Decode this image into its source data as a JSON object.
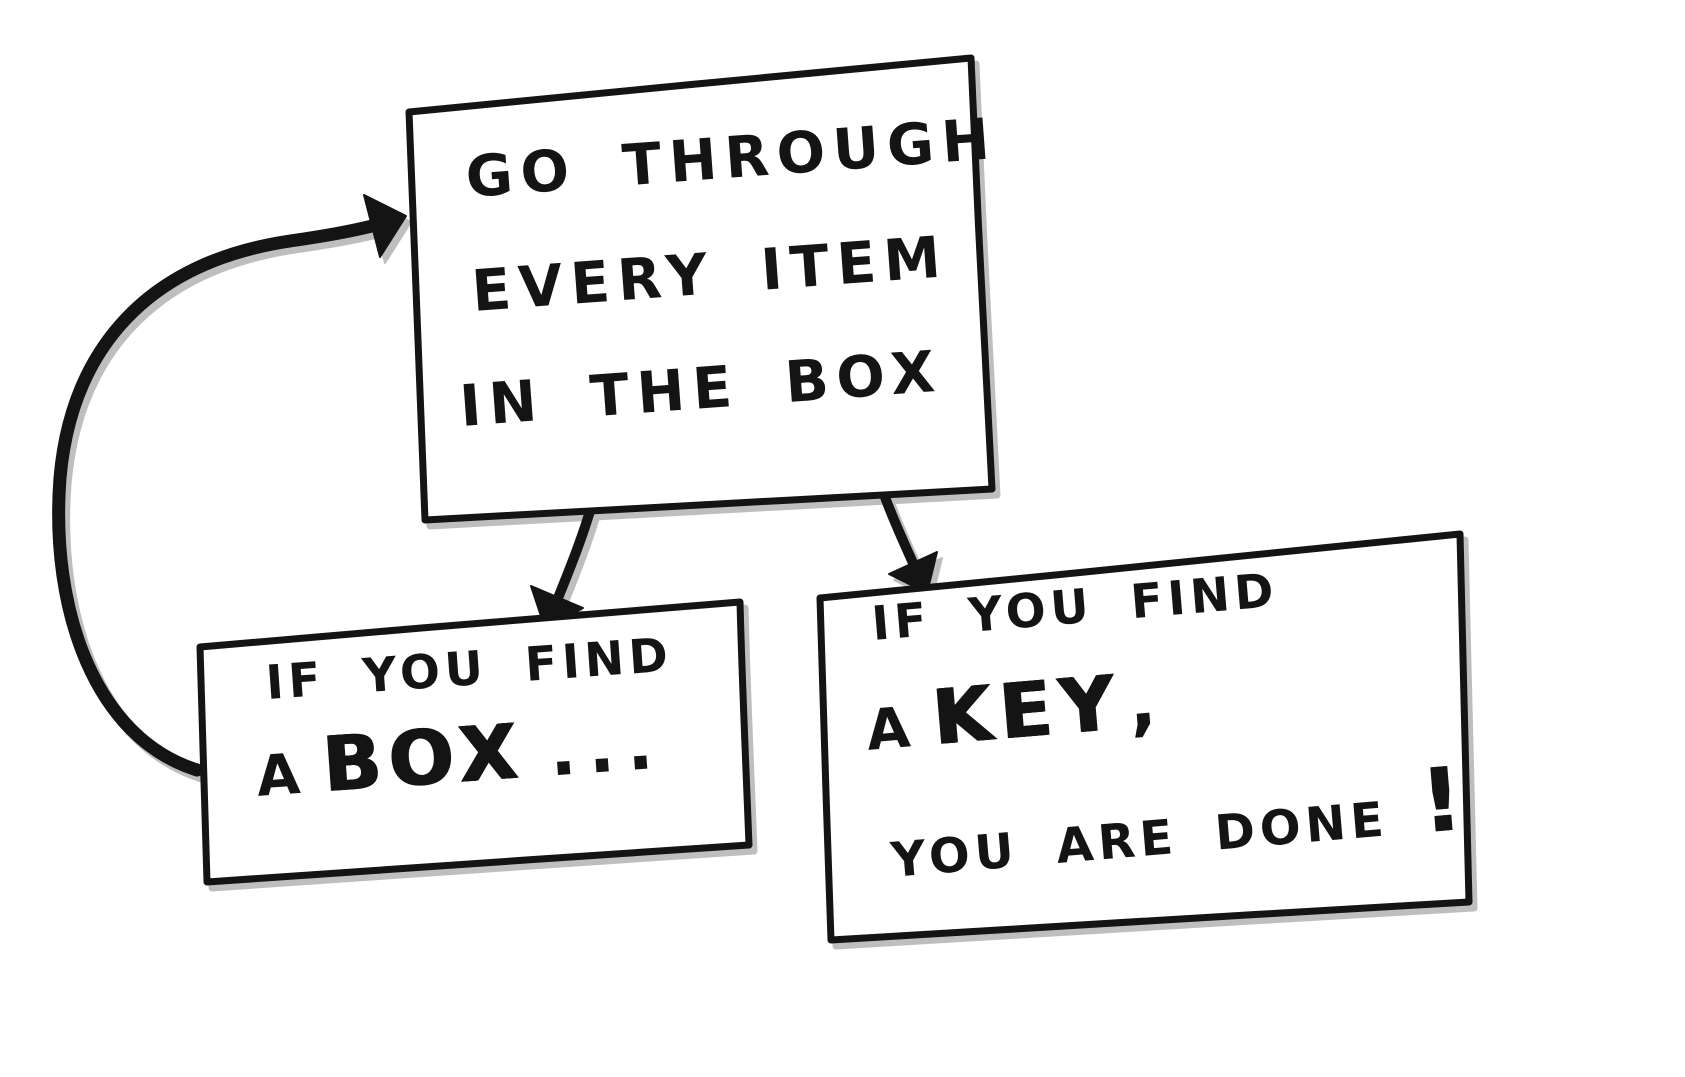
{
  "meta": {
    "description": "Hand-drawn flowchart: go through every item in the box; finding a box loops back, finding a key finishes",
    "background_color": "#ffffff",
    "ink_color": "#141414",
    "pencil_shadow_color": "#7d7d7d"
  },
  "nodes": {
    "main": {
      "line1": "GO THROUGH",
      "line2": "EVERY ITEM",
      "line3": "IN THE BOX"
    },
    "find_box": {
      "line1": "IF YOU FIND",
      "line2_word1": "A",
      "line2_word2": "BOX",
      "line2_ellipsis": "..."
    },
    "find_key": {
      "line1": "IF YOU FIND",
      "line2_word1": "A",
      "line2_word2": "KEY",
      "line2_comma": ",",
      "line3": "YOU ARE DONE",
      "line3_exclaim": "!"
    }
  },
  "edges": {
    "main_to_find_box": "arrow-down-left",
    "main_to_find_key": "arrow-down-right",
    "find_box_to_main": "loop-arrow-curving-left-up"
  }
}
